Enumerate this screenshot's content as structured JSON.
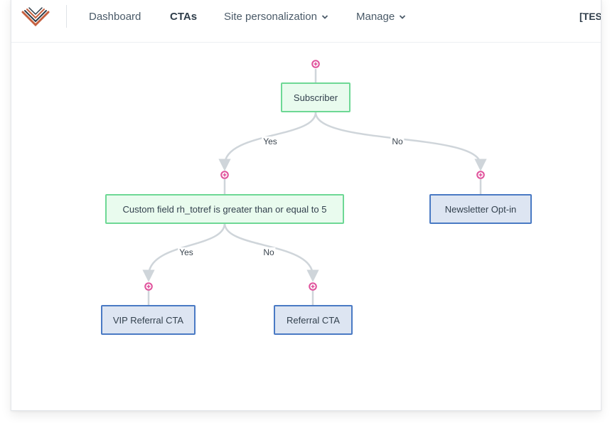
{
  "nav": {
    "items": [
      {
        "label": "Dashboard",
        "active": false,
        "dropdown": false
      },
      {
        "label": "CTAs",
        "active": true,
        "dropdown": false
      },
      {
        "label": "Site personalization",
        "active": false,
        "dropdown": true
      },
      {
        "label": "Manage",
        "active": false,
        "dropdown": true
      }
    ],
    "account_label": "[TES"
  },
  "flow": {
    "nodes": {
      "subscriber": "Subscriber",
      "custom_field": "Custom field rh_totref is greater than or equal to 5",
      "newsletter": "Newsletter Opt-in",
      "vip_referral": "VIP Referral CTA",
      "referral": "Referral CTA"
    },
    "edges": {
      "subscriber_yes": "Yes",
      "subscriber_no": "No",
      "custom_yes": "Yes",
      "custom_no": "No"
    }
  },
  "colors": {
    "condition_fill": "#e9fbee",
    "condition_border": "#6ed895",
    "action_fill": "#dde5f2",
    "action_border": "#4a7ac4",
    "add_button": "#e0529c",
    "connector": "#cfd5da"
  }
}
